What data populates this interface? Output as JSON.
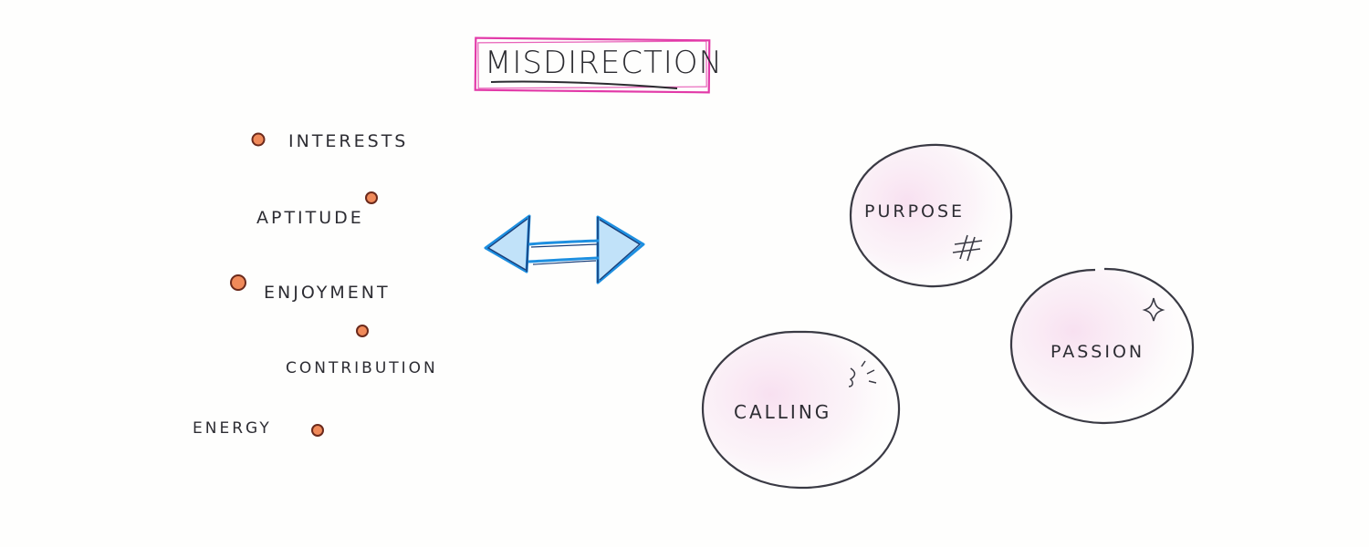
{
  "title": "MISDIRECTION",
  "factors": [
    {
      "label": "INTERESTS"
    },
    {
      "label": "APTITUDE"
    },
    {
      "label": "ENJOYMENT"
    },
    {
      "label": "CONTRIBUTION"
    },
    {
      "label": "ENERGY"
    }
  ],
  "circles": [
    {
      "label": "PURPOSE",
      "icon": "hash-icon"
    },
    {
      "label": "PASSION",
      "icon": "sparkle-icon"
    },
    {
      "label": "CALLING",
      "icon": "burst-icon"
    }
  ],
  "colors": {
    "title_box": "#e23aa8",
    "dot_fill": "#f08a5a",
    "dot_stroke": "#6b2a1c",
    "arrow": "#1d8fe0",
    "arrow_dark": "#1a3f7a",
    "circle_stroke": "#3a3a44",
    "circle_tint": "#f6dcef",
    "ink": "#2d2d33"
  }
}
